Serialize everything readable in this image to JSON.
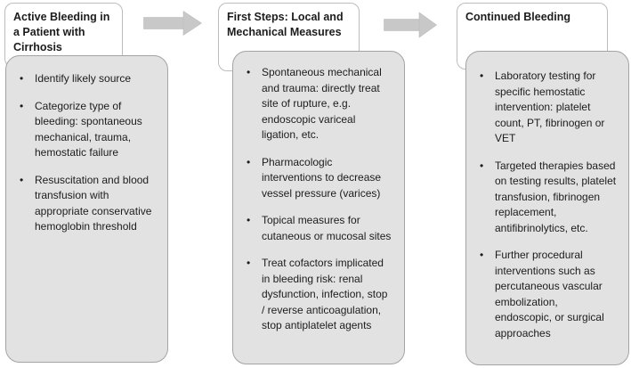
{
  "diagram": {
    "title_implicit": "Management of active bleeding in cirrhosis flowchart",
    "columns": [
      {
        "id": "active-bleeding",
        "header": "Active Bleeding in a Patient with Cirrhosis",
        "bullets": [
          "Identify likely source",
          "Categorize type of bleeding: spontaneous mechanical, trauma, hemostatic failure",
          "Resuscitation and blood transfusion with appropriate conservative hemoglobin threshold"
        ]
      },
      {
        "id": "first-steps",
        "header": "First Steps: Local and Mechanical Measures",
        "bullets": [
          "Spontaneous mechanical and trauma: directly treat site of rupture, e.g. endoscopic variceal ligation, etc.",
          "Pharmacologic interventions to decrease vessel pressure (varices)",
          "Topical measures for cutaneous or mucosal sites",
          "Treat cofactors implicated in bleeding risk: renal dysfunction, infection, stop / reverse anticoagulation, stop antiplatelet agents"
        ]
      },
      {
        "id": "continued-bleeding",
        "header": "Continued Bleeding",
        "bullets": [
          "Laboratory testing for specific hemostatic intervention: platelet count, PT, fibrinogen or VET",
          "Targeted therapies based on testing results, platelet transfusion, fibrinogen replacement, antifibrinolytics, etc.",
          "Further procedural interventions such as percutaneous vascular embolization, endoscopic, or surgical approaches"
        ]
      }
    ]
  },
  "glyphs": {
    "bullet": "•"
  },
  "colors": {
    "body_fill": "#e2e2e2",
    "body_border": "#a3a3a3",
    "header_fill": "#ffffff",
    "header_border": "#bcbcbc",
    "arrow_fill": "#c8c8c8",
    "text": "#1c1c1c",
    "background": "#ffffff"
  }
}
